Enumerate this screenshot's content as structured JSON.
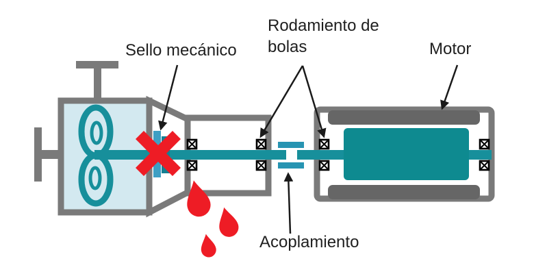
{
  "labels": {
    "seal": "Sello mecánico",
    "bearing": "Rodamiento de bolas",
    "motor": "Motor",
    "coupling": "Acoplamiento"
  },
  "diagram": {
    "type": "pump-motor-schematic",
    "bearing_symbol_count": 8,
    "leak_drop_count": 3,
    "failed_component": "Sello mecánico"
  },
  "icons": {
    "ball_bearing": "black square with X cross",
    "seal_failure": "red X cross",
    "leak": "red droplet",
    "impeller": "teal figure-8 swirl"
  },
  "colors": {
    "background": "#ffffff",
    "text_color": "#1f1f1f",
    "structure_gray": "#7a7a7a",
    "stator_gray": "#666666",
    "casing_fill": "#d3e9f0",
    "teal": "#178f9b",
    "rotor_teal": "#0e8a90",
    "seal_light_blue": "#3d9fc4",
    "seal_dark_teal": "#157f92",
    "coupling_blue": "#2794b2",
    "alert_red": "#ee1c25",
    "arrow_black": "#1a1a1a"
  }
}
